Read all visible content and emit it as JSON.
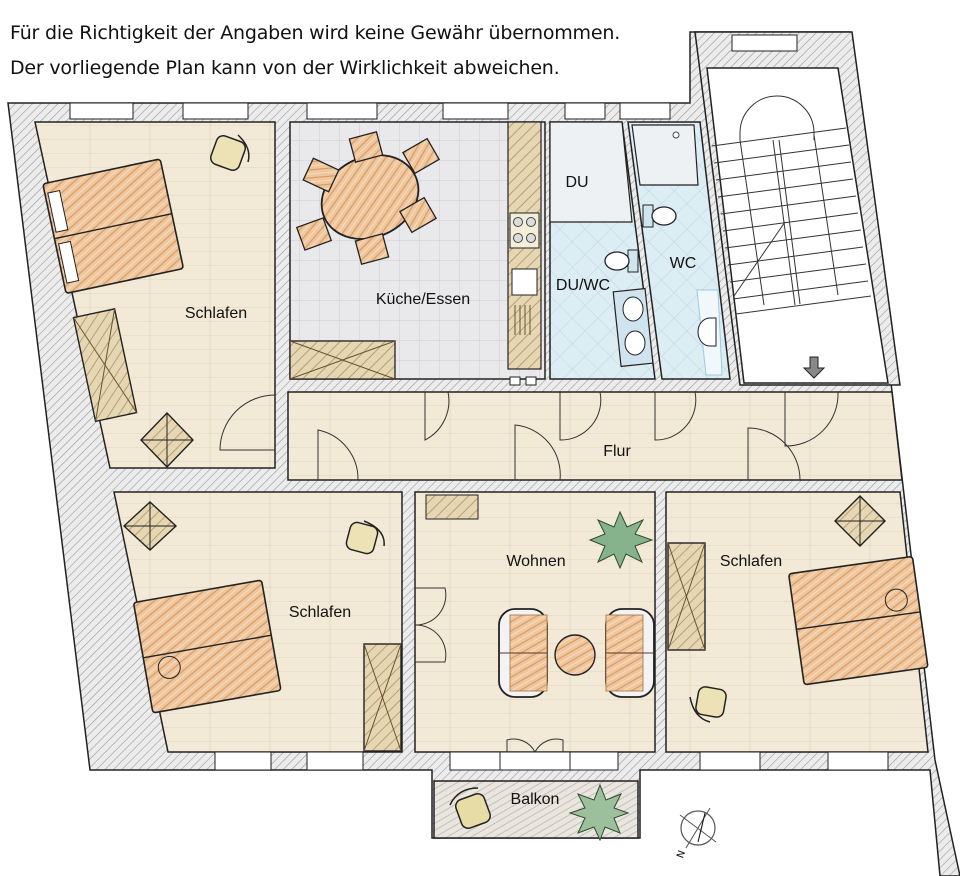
{
  "disclaimer": {
    "line1": "Für die Richtigkeit der Angaben wird keine Gewähr übernommen.",
    "line2": "Der vorliegende Plan kann von der Wirklichkeit abweichen."
  },
  "rooms": {
    "bedroom_nw": {
      "label": "Schlafen"
    },
    "kitchen": {
      "label": "Küche/Essen"
    },
    "shower": {
      "label": "DU"
    },
    "bath": {
      "label": "DU/WC"
    },
    "wc": {
      "label": "WC"
    },
    "hallway": {
      "label": "Flur"
    },
    "bedroom_sw": {
      "label": "Schlafen"
    },
    "living": {
      "label": "Wohnen"
    },
    "bedroom_se": {
      "label": "Schlafen"
    },
    "balcony": {
      "label": "Balkon"
    }
  },
  "compass": {
    "north_label": "N"
  },
  "colors": {
    "wall_fill": "#e6e6e6",
    "wall_hatch": "#9a9a9a",
    "floor_wood": "#f1e8d2",
    "floor_tile_kitchen": "#e8e8ea",
    "floor_tile_bath": "#d8ecf2",
    "furniture_wood": "#e8b98c",
    "furniture_light": "#e3d7ae",
    "plant_green": "#7fae84",
    "outline": "#222222"
  }
}
